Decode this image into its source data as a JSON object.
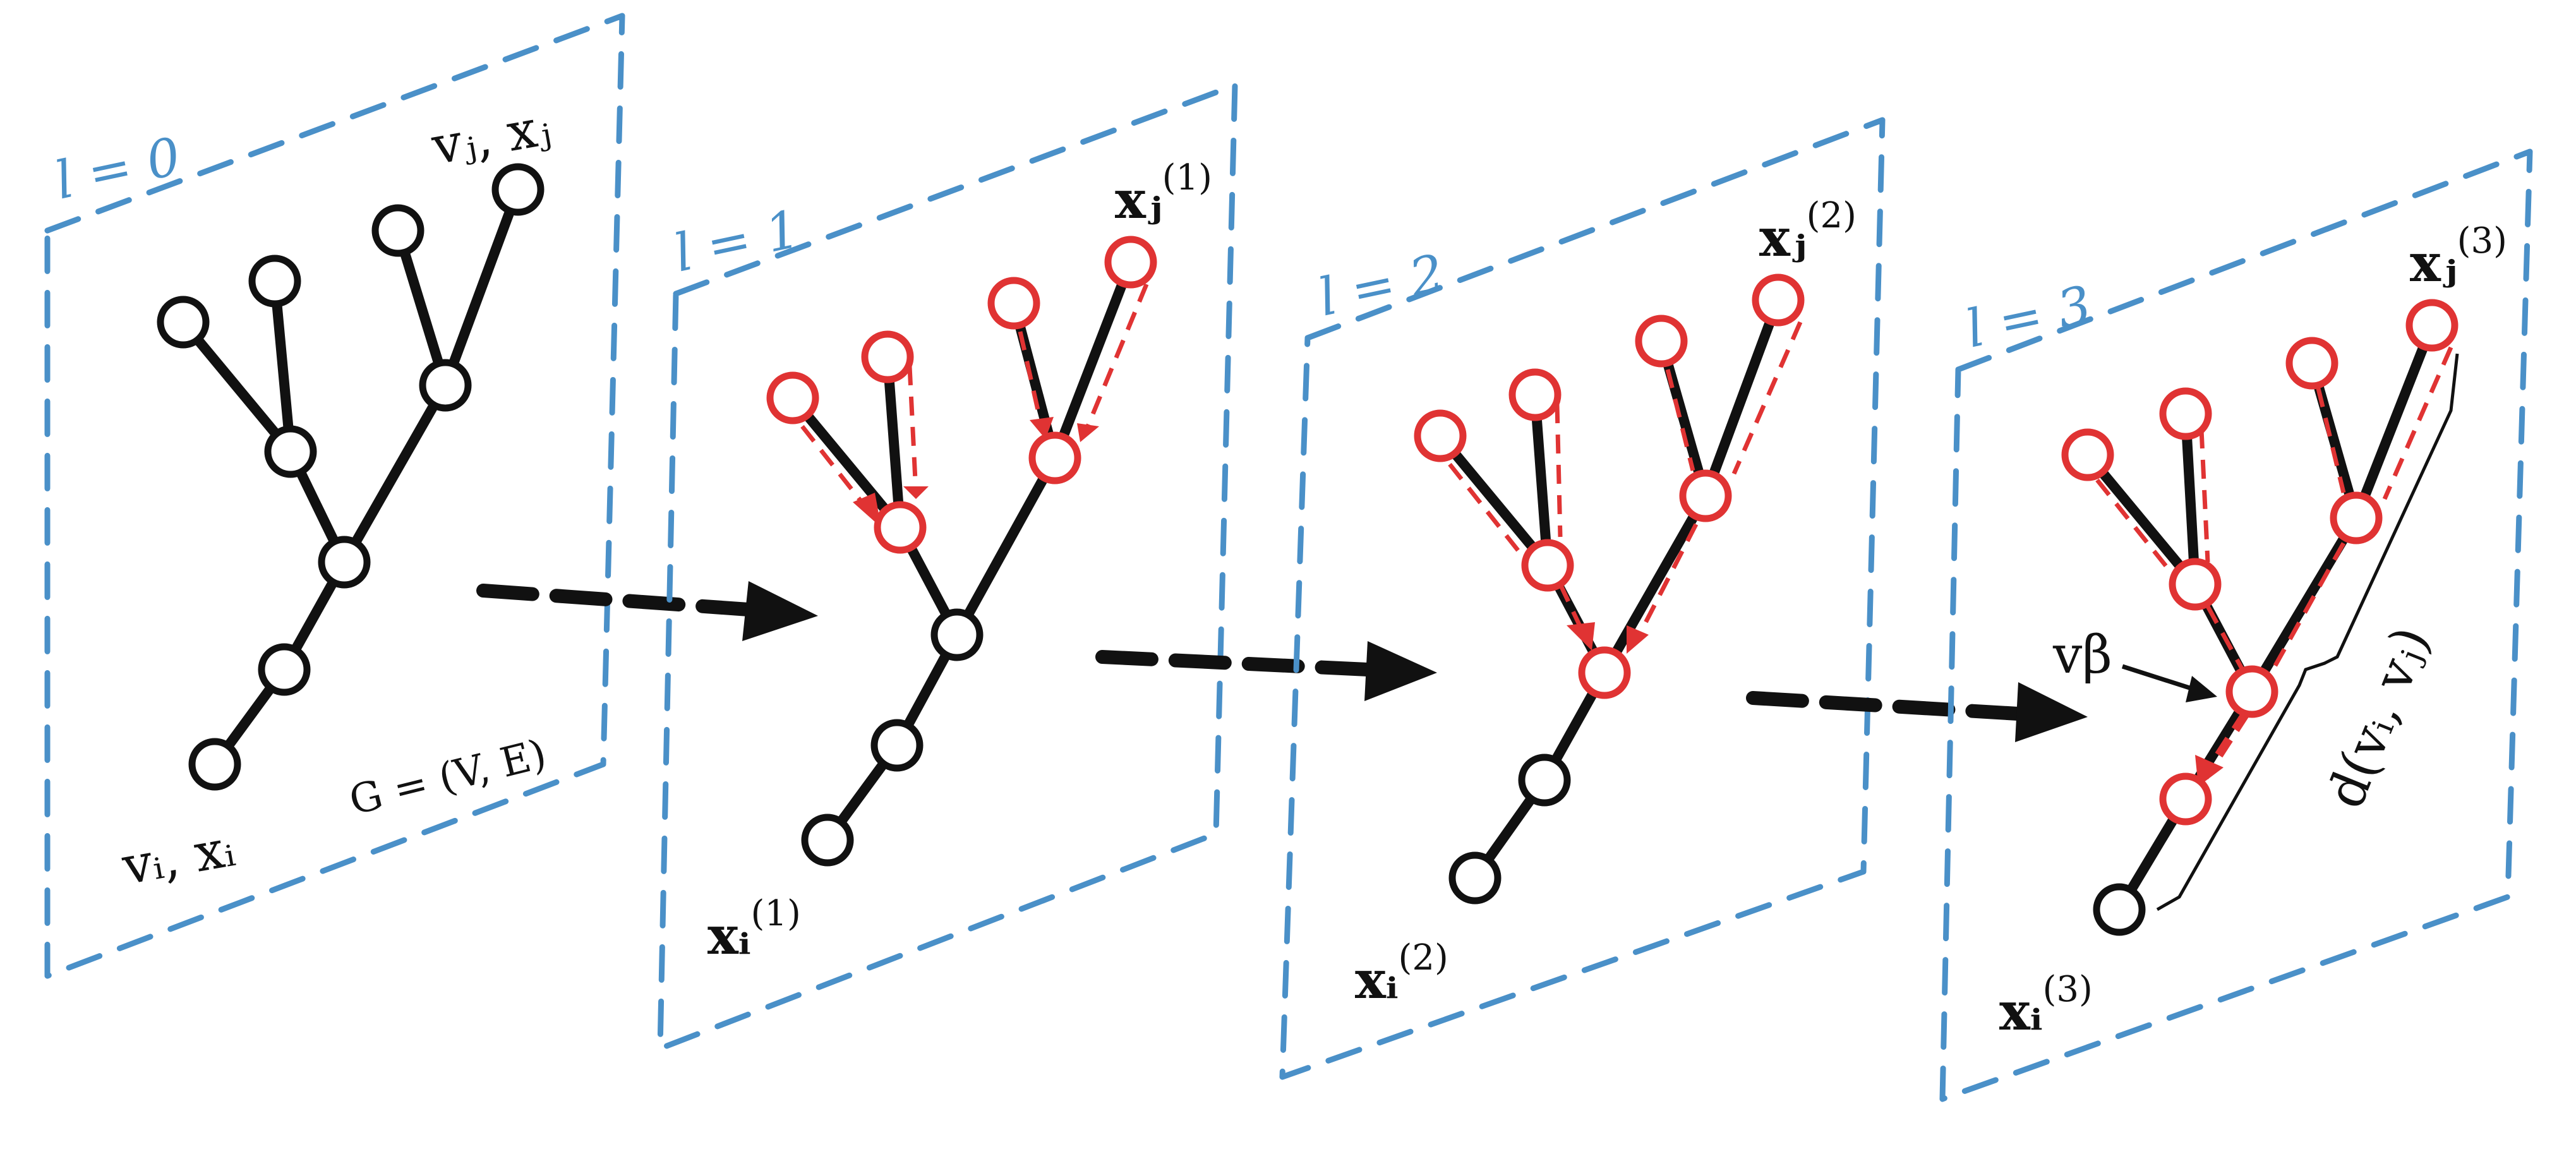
{
  "colors": {
    "frame": "#4a90c8",
    "ink": "#111111",
    "active": "#e03333",
    "background": "#ffffff"
  },
  "layers": [
    {
      "label": "l = 0",
      "node_i_label": "vᵢ, xᵢ",
      "node_j_label": "vⱼ, xⱼ",
      "graph_label": "G = (V, E)"
    },
    {
      "label": "l = 1",
      "node_i_label": "xᵢ",
      "node_i_superscript": "(1)",
      "node_j_label": "xⱼ",
      "node_j_superscript": "(1)"
    },
    {
      "label": "l = 2",
      "node_i_label": "xᵢ",
      "node_i_superscript": "(2)",
      "node_j_label": "xⱼ",
      "node_j_superscript": "(2)"
    },
    {
      "label": "l = 3",
      "node_i_label": "xᵢ",
      "node_i_superscript": "(3)",
      "node_j_label": "xⱼ",
      "node_j_superscript": "(3)",
      "beta_label": "vβ",
      "distance_label": "d(vᵢ, vⱼ)"
    }
  ]
}
